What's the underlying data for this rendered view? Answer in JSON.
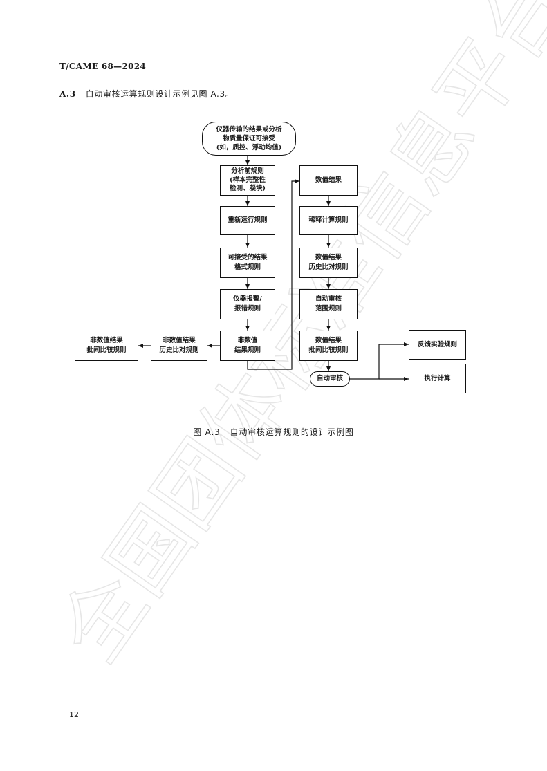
{
  "header": {
    "doc_id": "T/CAME  68—2024"
  },
  "section": {
    "number": "A.3",
    "text": "自动审核运算规则设计示例见图 A.3。"
  },
  "watermark": {
    "text": "全国团体标准信息平台"
  },
  "flowchart": {
    "start": "仪器传输的结果或分析\n物质量保证可接受\n(如，质控、浮动均值)",
    "pre_analysis": "分析前规则\n(样本完整性\n检测、凝块)",
    "rerun": "重新运行规则",
    "acceptable_format": "可接受的结果\n格式规则",
    "instrument_alarm": "仪器报警/\n报错规则",
    "non_numeric": "非数值\n结果规则",
    "non_numeric_history": "非数值结果\n历史比对规则",
    "non_numeric_batch": "非数值结果\n批间比较规则",
    "numeric_result": "数值结果",
    "dilution": "稀释计算规则",
    "numeric_history": "数值结果\n历史比对规则",
    "auto_range": "自动审核\n范围规则",
    "numeric_batch": "数值结果\n批间比较规则",
    "auto_review": "自动审核",
    "reflex_test": "反馈实验规则",
    "execute_calc": "执行计算"
  },
  "caption": {
    "figure_number": "图 A.3",
    "title": "自动审核运算规则的设计示例图"
  },
  "footer": {
    "page_number": "12"
  }
}
